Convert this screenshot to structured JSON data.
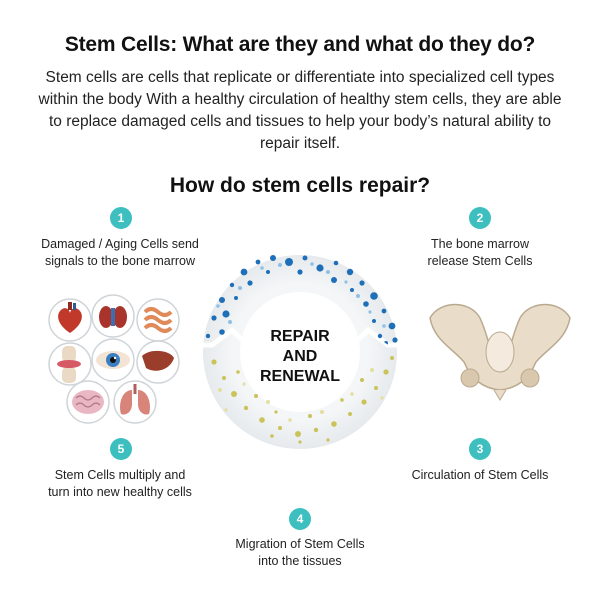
{
  "header": {
    "title": "Stem Cells: What are they and what do they do?",
    "intro": "Stem cells are cells that replicate or differentiate into specialized cell types within the body With a healthy circulation of healthy stem cells, they are able to replace damaged cells and tissues to help your body’s natural ability to repair itself."
  },
  "subtitle": "How do stem cells repair?",
  "center": {
    "line1": "REPAIR",
    "line2": "AND",
    "line3": "RENEWAL"
  },
  "steps": [
    {
      "number": "1",
      "line1": "Damaged / Aging Cells send",
      "line2": "signals to the bone marrow"
    },
    {
      "number": "2",
      "line1": "The bone marrow",
      "line2": "release Stem Cells"
    },
    {
      "number": "3",
      "line1": "Circulation of Stem Cells",
      "line2": ""
    },
    {
      "number": "4",
      "line1": "Migration of Stem Cells",
      "line2": "into the tissues"
    },
    {
      "number": "5",
      "line1": "Stem Cells multiply and",
      "line2": "turn into new healthy cells"
    }
  ],
  "images": {
    "organs": [
      "heart-icon",
      "kidney-icon",
      "intestine-icon",
      "knee-joint-icon",
      "eye-icon",
      "liver-icon",
      "brain-icon",
      "lungs-icon"
    ],
    "pelvis": "pelvis-icon"
  },
  "colors": {
    "accent": "#3dbfbf",
    "blue_cells": "#1f6fb8",
    "yellow_cells": "#c9c35a",
    "ring": "#eef1f3"
  }
}
